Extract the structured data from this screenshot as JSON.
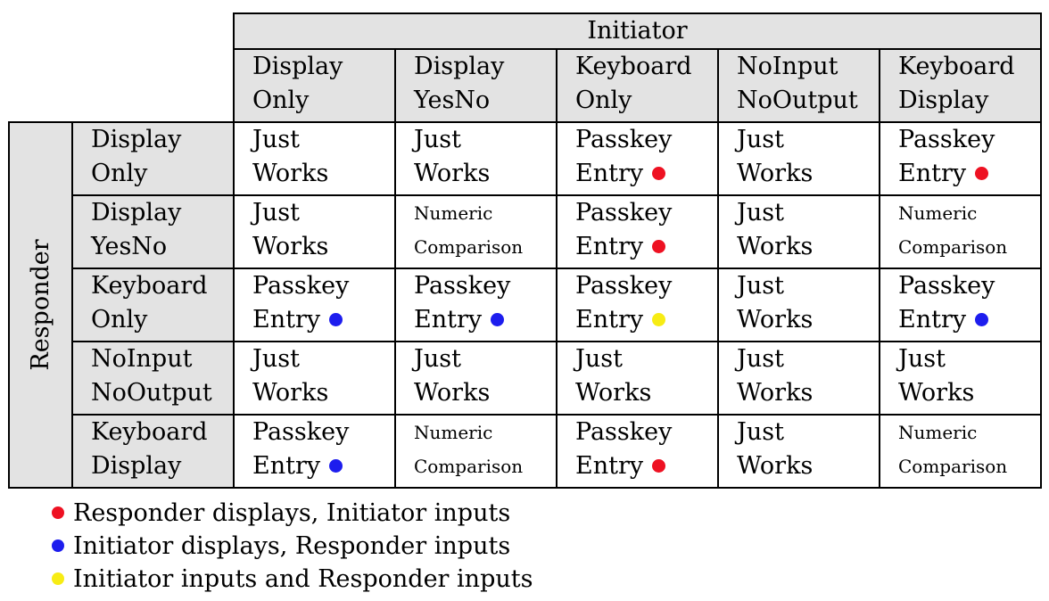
{
  "initiator_label": "Initiator",
  "responder_label": "Responder",
  "dot_colors": {
    "red": "#ee1122",
    "blue": "#1d1dee",
    "yellow": "#f7ec14"
  },
  "columns": [
    {
      "line1": "Display",
      "line2": "Only"
    },
    {
      "line1": "Display",
      "line2": "YesNo"
    },
    {
      "line1": "Keyboard",
      "line2": "Only"
    },
    {
      "line1": "NoInput",
      "line2": "NoOutput"
    },
    {
      "line1": "Keyboard",
      "line2": "Display"
    }
  ],
  "rows": [
    {
      "line1": "Display",
      "line2": "Only",
      "cells": [
        {
          "line1": "Just",
          "line2": "Works",
          "dot": ""
        },
        {
          "line1": "Just",
          "line2": "Works",
          "dot": ""
        },
        {
          "line1": "Passkey",
          "line2": "Entry",
          "dot": "red"
        },
        {
          "line1": "Just",
          "line2": "Works",
          "dot": ""
        },
        {
          "line1": "Passkey",
          "line2": "Entry",
          "dot": "red"
        }
      ]
    },
    {
      "line1": "Display",
      "line2": "YesNo",
      "cells": [
        {
          "line1": "Just",
          "line2": "Works",
          "dot": ""
        },
        {
          "line1": "Numeric",
          "line2": "Comparison",
          "dot": "",
          "small": true
        },
        {
          "line1": "Passkey",
          "line2": "Entry",
          "dot": "red"
        },
        {
          "line1": "Just",
          "line2": "Works",
          "dot": ""
        },
        {
          "line1": "Numeric",
          "line2": "Comparison",
          "dot": "",
          "small": true
        }
      ]
    },
    {
      "line1": "Keyboard",
      "line2": "Only",
      "cells": [
        {
          "line1": "Passkey",
          "line2": "Entry",
          "dot": "blue"
        },
        {
          "line1": "Passkey",
          "line2": "Entry",
          "dot": "blue"
        },
        {
          "line1": "Passkey",
          "line2": "Entry",
          "dot": "yellow"
        },
        {
          "line1": "Just",
          "line2": "Works",
          "dot": ""
        },
        {
          "line1": "Passkey",
          "line2": "Entry",
          "dot": "blue"
        }
      ]
    },
    {
      "line1": "NoInput",
      "line2": "NoOutput",
      "cells": [
        {
          "line1": "Just",
          "line2": "Works",
          "dot": ""
        },
        {
          "line1": "Just",
          "line2": "Works",
          "dot": ""
        },
        {
          "line1": "Just",
          "line2": "Works",
          "dot": ""
        },
        {
          "line1": "Just",
          "line2": "Works",
          "dot": ""
        },
        {
          "line1": "Just",
          "line2": "Works",
          "dot": ""
        }
      ]
    },
    {
      "line1": "Keyboard",
      "line2": "Display",
      "cells": [
        {
          "line1": "Passkey",
          "line2": "Entry",
          "dot": "blue"
        },
        {
          "line1": "Numeric",
          "line2": "Comparison",
          "dot": "",
          "small": true
        },
        {
          "line1": "Passkey",
          "line2": "Entry",
          "dot": "red"
        },
        {
          "line1": "Just",
          "line2": "Works",
          "dot": ""
        },
        {
          "line1": "Numeric",
          "line2": "Comparison",
          "dot": "",
          "small": true
        }
      ]
    }
  ],
  "legend": [
    {
      "dot": "red",
      "text": "Responder displays, Initiator inputs"
    },
    {
      "dot": "blue",
      "text": "Initiator displays, Responder inputs"
    },
    {
      "dot": "yellow",
      "text": "Initiator inputs and Responder inputs"
    }
  ]
}
